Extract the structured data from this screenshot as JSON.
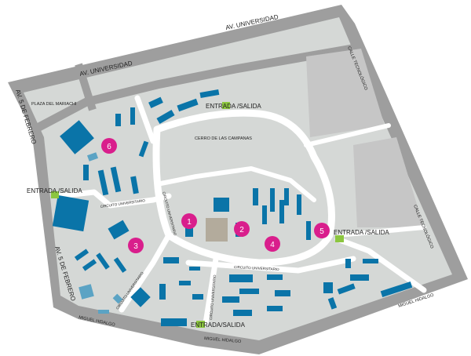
{
  "colors": {
    "road": "#9e9e9e",
    "block": "#d5d8d6",
    "block_dark": "#c6c6c6",
    "path": "#ffffff",
    "building": "#0a74a8",
    "building_light": "#5ba3c4",
    "marker": "#d91e8c",
    "entrance": "#8cc63f",
    "plaza": "#b3ab9c"
  },
  "streets": {
    "av_universidad_1": "AV. UNIVERSIDAD",
    "av_universidad_2": "AV. UNIVERSIDAD",
    "plaza": "PLAZA DEL MARIACHI",
    "av_5_febrero_1": "AV. 5 DE FEBRERO",
    "av_5_febrero_2": "AV. 5 DE FEBRERO",
    "calle_tec_1": "CALLE TECNOLÓGICO",
    "calle_tec_2": "CALLE TECNOLÓGICO",
    "miguel_hidalgo_1": "MIGUEL HIDALGO",
    "miguel_hidalgo_2": "MIGUEL HIDALGO",
    "miguel_hidalgo_3": "MIGUEL HIDALGO",
    "cerro": "CERRO DE LAS CAMPANAS",
    "circuito_1": "CIRCUITO UNIVERSITARIO",
    "circuito_2": "CIRCUITO UNIVERSITARIO",
    "circuito_3": "CIRCUITO UNIVERSITARIO",
    "circuito_4": "CIRCUITO UNIVERSITARIO",
    "circuito_5": "CIRCUITO UNIVERSITARIO"
  },
  "entrances": [
    "ENTRADA /SALIDA",
    "ENTRADA /SALIDA",
    "ENTRADA /SALIDA",
    "ENTRADA/SALIDA"
  ],
  "markers": [
    "1",
    "2",
    "3",
    "4",
    "5",
    "6"
  ]
}
